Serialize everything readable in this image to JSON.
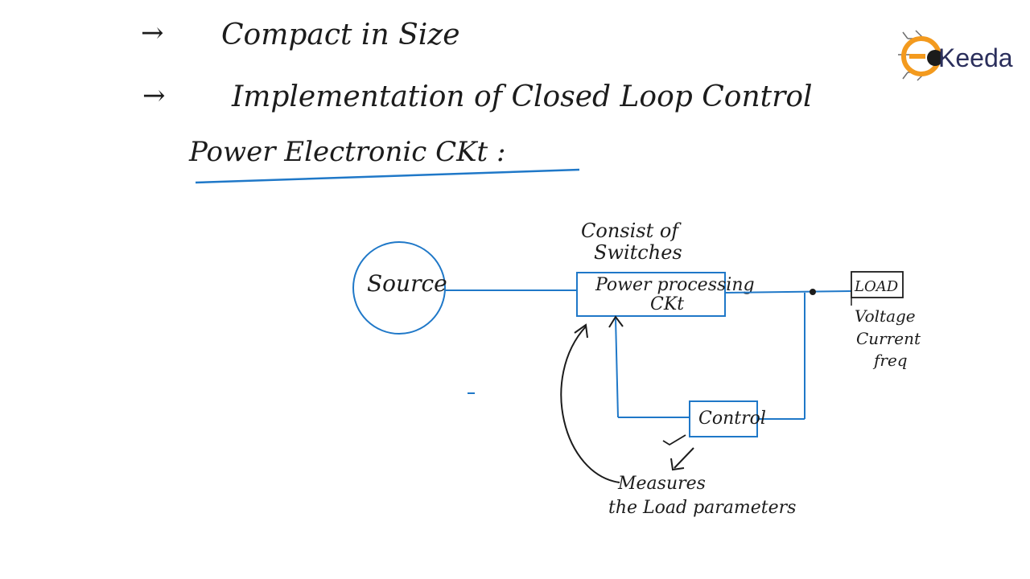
{
  "notes": {
    "bullet_symbol": "→",
    "bullet1": "Compact in Size",
    "bullet2": "Implementation of Closed Loop Control",
    "heading": "Power Electronic CKt :"
  },
  "diagram": {
    "source_label": "Source",
    "processing_box": {
      "line1": "Power processing",
      "line2": "CKt"
    },
    "annotation_switches": {
      "line1": "Consist of",
      "line2": "Switches"
    },
    "load_label": "LOAD",
    "load_params": [
      "Voltage",
      "Current",
      "freq"
    ],
    "control_label": "Control",
    "annotation_measures": {
      "line1": "Measures",
      "line2": "the Load parameters"
    }
  },
  "logo": {
    "text": "Keeda"
  },
  "colors": {
    "ink": "#1c1c1c",
    "diagram_blue": "#1f78c8",
    "logo_orange": "#f39a1e",
    "logo_navy": "#2b2f5c"
  }
}
